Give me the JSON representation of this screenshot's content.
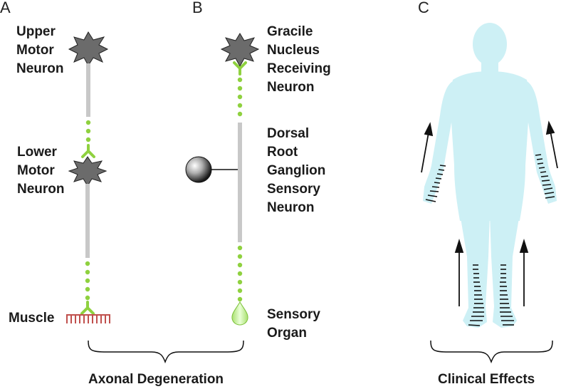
{
  "panels": {
    "a": {
      "letter": "A",
      "upper_motor_neuron": [
        "Upper",
        "Motor",
        "Neuron"
      ],
      "lower_motor_neuron": [
        "Lower",
        "Motor",
        "Neuron"
      ],
      "muscle": "Muscle"
    },
    "b": {
      "letter": "B",
      "gracile_neuron": [
        "Gracile",
        "Nucleus",
        "Receiving",
        "Neuron"
      ],
      "drg_neuron": [
        "Dorsal",
        "Root",
        "Ganglion",
        "Sensory",
        "Neuron"
      ],
      "sensory_organ": [
        "Sensory",
        "Organ"
      ]
    },
    "c": {
      "letter": "C"
    }
  },
  "captions": {
    "axonal_degeneration": "Axonal Degeneration",
    "clinical_effects": "Clinical Effects"
  },
  "colors": {
    "axon_gray": "#c8c8c8",
    "degeneration_green": "#8fd13f",
    "neuron_body": "#6b6b6b",
    "muscle_red": "#c0504d",
    "body_cyan": "#cdf0f5"
  }
}
